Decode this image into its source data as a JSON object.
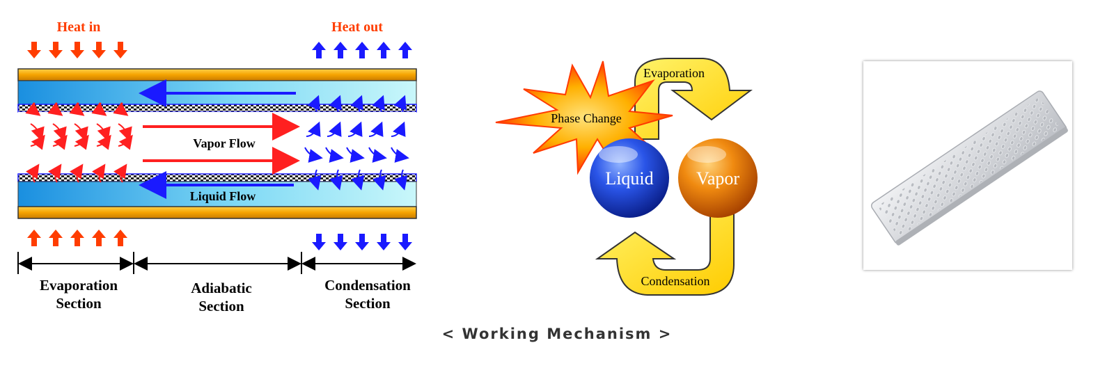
{
  "heat_pipe": {
    "heat_in": "Heat in",
    "heat_out": "Heat out",
    "vapor_flow": "Vapor Flow",
    "liquid_flow": "Liquid Flow",
    "sections": [
      {
        "line1": "Evaporation",
        "line2": "Section"
      },
      {
        "line1": "Adiabatic",
        "line2": "Section"
      },
      {
        "line1": "Condensation",
        "line2": "Section"
      }
    ]
  },
  "cycle": {
    "phase_change": "Phase Change",
    "evaporation": "Evaporation",
    "condensation": "Condensation",
    "liquid": "Liquid",
    "vapor": "Vapor"
  },
  "caption": "< Working Mechanism >",
  "colors": {
    "heat_red": "#ff3d00",
    "cool_blue": "#1a1aff",
    "pipe_gold": "#f5a300",
    "arrow_yellow": "#ffd800",
    "liquid_ball": "#1a3fd6",
    "vapor_ball": "#e06a00"
  }
}
